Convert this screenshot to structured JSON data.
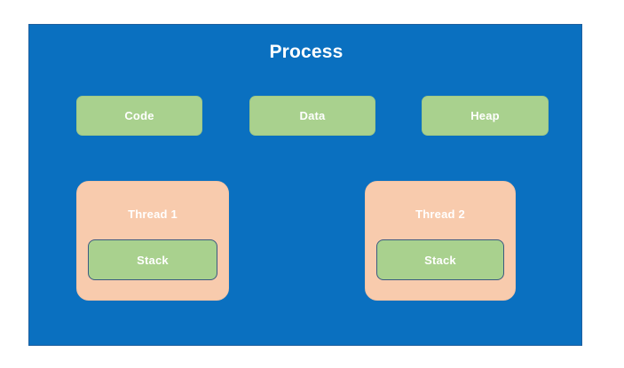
{
  "diagram": {
    "type": "process-thread-memory-model",
    "background_color": "#ffffff",
    "process": {
      "title": "Process",
      "fill_color": "#0a70c0",
      "border_color": "#1f5f9e",
      "title_color": "#ffffff"
    },
    "memory_segments": {
      "fill_color": "#a9d18e",
      "label_color": "#ffffff",
      "items": [
        {
          "label": "Code"
        },
        {
          "label": "Data"
        },
        {
          "label": "Heap"
        }
      ]
    },
    "threads": {
      "fill_color": "#f8cbad",
      "label_color": "#ffffff",
      "stack_fill_color": "#a9d18e",
      "stack_border_color": "#3b5a80",
      "items": [
        {
          "label": "Thread 1",
          "stack_label": "Stack"
        },
        {
          "label": "Thread 2",
          "stack_label": "Stack"
        }
      ]
    }
  }
}
